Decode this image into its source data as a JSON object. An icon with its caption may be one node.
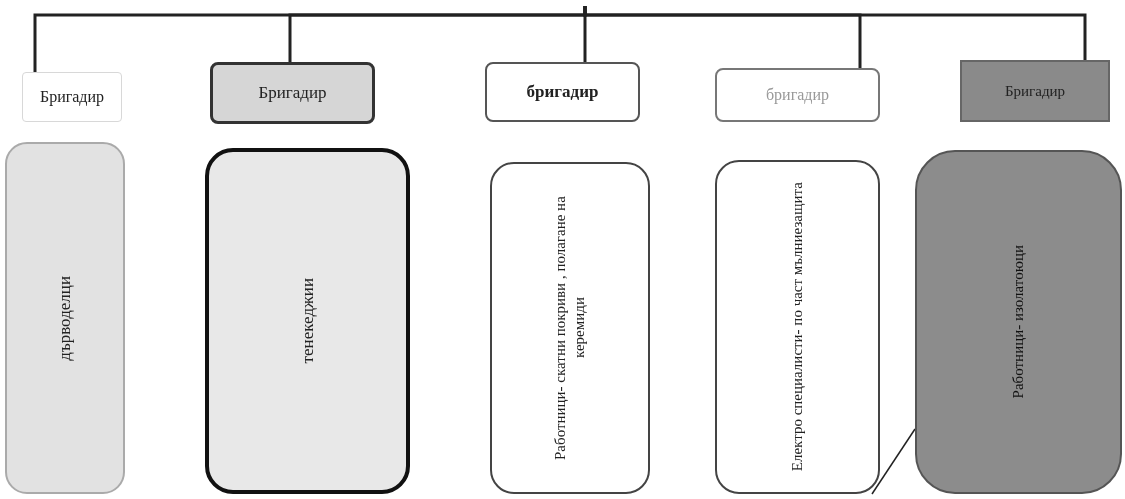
{
  "diagram": {
    "nodes": [
      {
        "text": [
          "Бригадир"
        ]
      },
      {
        "text": [
          "Бригадир"
        ]
      },
      {
        "text": [
          "бригадир"
        ]
      },
      {
        "text": [
          "бригадир"
        ]
      },
      {
        "text": [
          "Бригадир"
        ]
      },
      {
        "text": [
          "дърводелци"
        ]
      },
      {
        "text": [
          "тенекеджии"
        ]
      },
      {
        "text": [
          "Работници- скатни покриви , полагане на керемиди"
        ]
      },
      {
        "text": [
          "Електро специалисти- по част мълниезащита"
        ]
      },
      {
        "text": [
          "Работници- изолатоюци"
        ]
      }
    ],
    "edges": [
      {
        "from": null,
        "to": 0,
        "arrow": "none"
      },
      {
        "from": null,
        "to": 1,
        "arrow": "none"
      },
      {
        "from": null,
        "to": 2,
        "arrow": "none"
      },
      {
        "from": null,
        "to": 3,
        "arrow": "none"
      },
      {
        "from": null,
        "to": 4,
        "arrow": "none"
      },
      {
        "from": 8,
        "to": 9,
        "arrow": "none"
      }
    ]
  }
}
